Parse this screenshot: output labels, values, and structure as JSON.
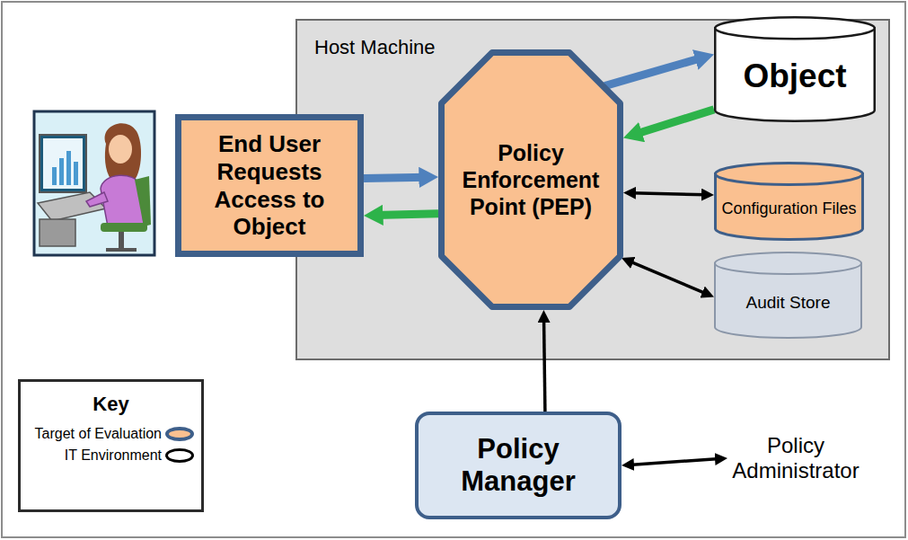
{
  "diagram": {
    "nodes": [
      {
        "text": [
          "Host Machine"
        ]
      },
      {
        "text": [
          "End User Requests Access to Object"
        ]
      },
      {
        "text": [
          "Policy Enforcement Point (PEP)"
        ],
        "in": 0
      },
      {
        "text": [
          "Object"
        ],
        "in": 0
      },
      {
        "text": [
          "Configuration Files"
        ],
        "in": 0
      },
      {
        "text": [
          "Audit Store"
        ],
        "in": 0
      },
      {
        "text": [
          "Policy Manager"
        ]
      },
      {
        "text": [
          "Policy Administrator"
        ]
      },
      {
        "text": [
          "Key"
        ]
      }
    ],
    "edges": [
      {
        "from": 1,
        "to": 2,
        "arrow": "to"
      },
      {
        "from": 2,
        "to": 1,
        "arrow": "to"
      },
      {
        "from": 2,
        "to": 3,
        "arrow": "to"
      },
      {
        "from": 3,
        "to": 2,
        "arrow": "to"
      },
      {
        "from": 2,
        "to": 4,
        "arrow": "both"
      },
      {
        "from": 2,
        "to": 5,
        "arrow": "both"
      },
      {
        "from": 6,
        "to": 2,
        "arrow": "to"
      },
      {
        "from": 6,
        "to": 7,
        "arrow": "both"
      }
    ],
    "legend": [
      {
        "text": "Target of Evaluation",
        "color": "#fac090"
      },
      {
        "text": "IT Environment",
        "color": "#ffffff"
      }
    ]
  }
}
